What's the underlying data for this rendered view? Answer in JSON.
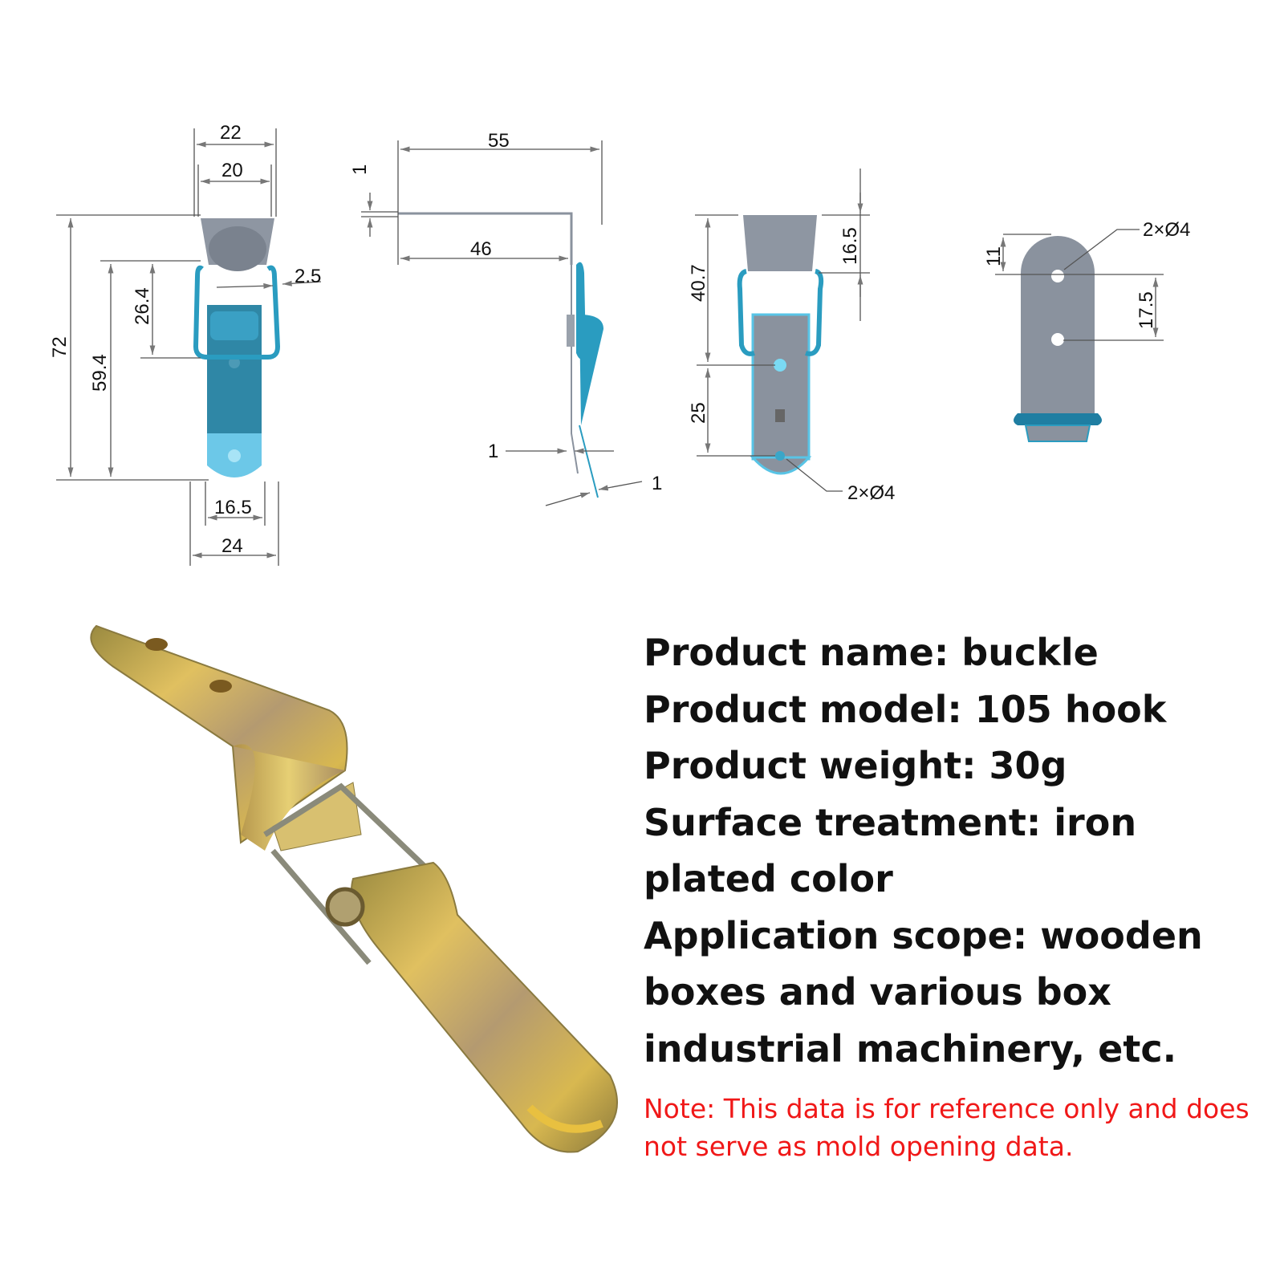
{
  "drawings": {
    "front_view": {
      "dims": [
        "22",
        "20",
        "72",
        "59.4",
        "26.4",
        "2.5",
        "16.5",
        "24"
      ]
    },
    "side_view": {
      "dims": [
        "55",
        "1",
        "46",
        "1",
        "1"
      ]
    },
    "back_view": {
      "dims": [
        "40.7",
        "16.5",
        "25",
        "2×Ø4"
      ]
    },
    "catch_plate": {
      "dims": [
        "11",
        "17.5",
        "2×Ø4"
      ]
    }
  },
  "specs": [
    "Product name: buckle",
    "Product model: 105 hook",
    "Product weight: 30g",
    "Surface treatment: iron plated color",
    "Application scope: wooden boxes and various box industrial machinery, etc."
  ],
  "note": "Note: This data is for reference only and does not serve as mold opening data.",
  "colors": {
    "accent_blue": "#2a9cc0",
    "steel_gray": "#8a929e",
    "note_red": "#f01818",
    "plated_gold": "#c9a63a"
  }
}
